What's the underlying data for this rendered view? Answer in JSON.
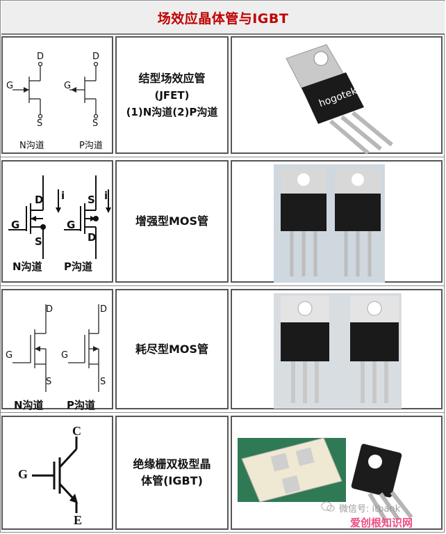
{
  "title": "场效应晶体管与IGBT",
  "rows": [
    {
      "name_lines": [
        "结型场效应管",
        "(JFET)",
        "(1)N沟道(2)P沟道"
      ],
      "sym": {
        "d": "D",
        "s": "S",
        "g": "G",
        "n": "N沟道",
        "p": "P沟道"
      },
      "photo_text": "hogotek"
    },
    {
      "name_lines": [
        "增强型MOS管"
      ],
      "sym": {
        "d": "D",
        "s": "S",
        "g": "G",
        "i": "i",
        "n": "N沟道",
        "p": "P沟道"
      }
    },
    {
      "name_lines": [
        "耗尽型MOS管"
      ],
      "sym": {
        "d": "D",
        "s": "S",
        "g": "G",
        "n": "N沟道",
        "p": "P沟道"
      }
    },
    {
      "name_lines": [
        "绝缘栅双极型晶",
        "体管(IGBT)"
      ],
      "sym": {
        "c": "C",
        "g": "G",
        "e": "E"
      }
    }
  ],
  "watermark": {
    "line1": "微信号: itbank",
    "line2": "爱创根知识网"
  }
}
